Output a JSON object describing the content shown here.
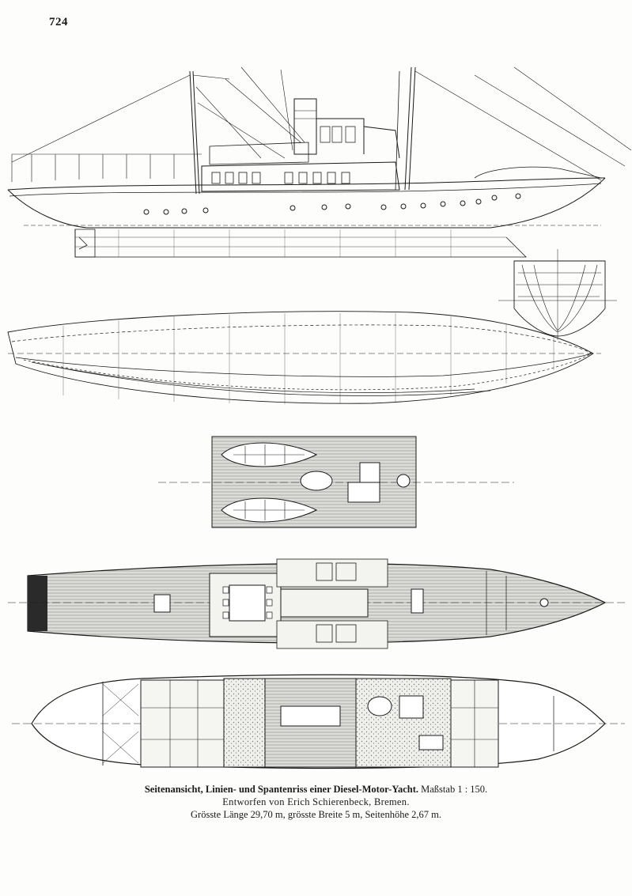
{
  "page": {
    "number": "724"
  },
  "caption": {
    "title_bold": "Seitenansicht, Linien- und Spantenriss einer Diesel-Motor-Yacht.",
    "scale": "Maßstab 1 : 150.",
    "designer": "Entworfen von Erich Schierenbeck, Bremen.",
    "dimensions": "Grösste Länge 29,70 m, grösste Breite 5 m, Seitenhöhe 2,67 m."
  },
  "colors": {
    "ink": "#1a1a1a",
    "paper": "#fdfdfb",
    "deck_hatch": "#6a6a6a"
  }
}
